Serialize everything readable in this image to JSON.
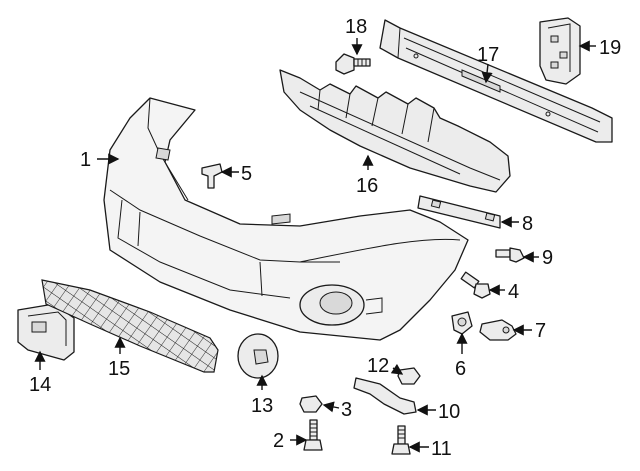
{
  "callouts": {
    "c1": "1",
    "c2": "2",
    "c3": "3",
    "c4": "4",
    "c5": "5",
    "c6": "6",
    "c7": "7",
    "c8": "8",
    "c9": "9",
    "c10": "10",
    "c11": "11",
    "c12": "12",
    "c13": "13",
    "c14": "14",
    "c15": "15",
    "c16": "16",
    "c17": "17",
    "c18": "18",
    "c19": "19"
  },
  "colors": {
    "line": "#1a1a1a",
    "fill": "#ececec",
    "background": "#ffffff"
  }
}
